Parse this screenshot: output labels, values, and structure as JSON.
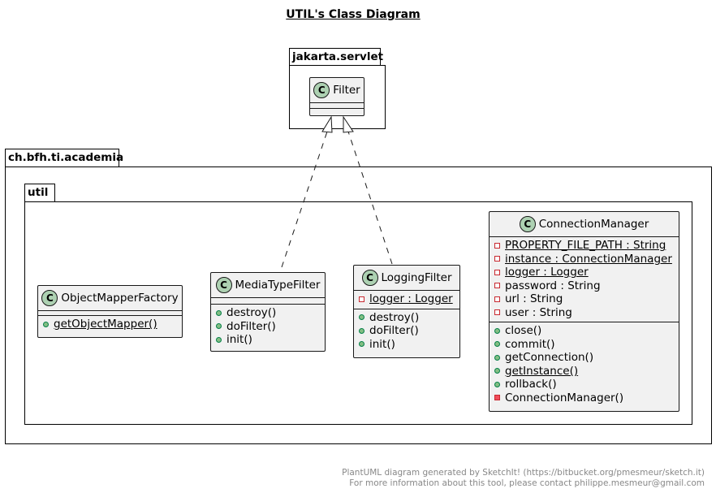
{
  "title": "UTIL's Class Diagram",
  "colors": {
    "class_fill": "#F1F1F1",
    "class_icon": "#ADD1B2",
    "public_marker": "#84BE84",
    "private_marker": "#C82930",
    "private_ctor_marker": "#F24D5C",
    "footer_text": "#888888"
  },
  "packages": {
    "jakarta": {
      "name": "jakarta.servlet"
    },
    "academia": {
      "name": "ch.bfh.ti.academia"
    },
    "util": {
      "name": "util"
    }
  },
  "classes": {
    "filter": {
      "icon": "C",
      "name": "Filter"
    },
    "object_mapper_factory": {
      "icon": "C",
      "name": "ObjectMapperFactory",
      "methods": [
        {
          "vis": "public",
          "text": "getObjectMapper()",
          "static": true
        }
      ]
    },
    "media_type_filter": {
      "icon": "C",
      "name": "MediaTypeFilter",
      "methods": [
        {
          "vis": "public",
          "text": "destroy()"
        },
        {
          "vis": "public",
          "text": "doFilter()"
        },
        {
          "vis": "public",
          "text": "init()"
        }
      ]
    },
    "logging_filter": {
      "icon": "C",
      "name": "LoggingFilter",
      "fields": [
        {
          "vis": "private",
          "text": "logger : Logger",
          "static": true
        }
      ],
      "methods": [
        {
          "vis": "public",
          "text": "destroy()"
        },
        {
          "vis": "public",
          "text": "doFilter()"
        },
        {
          "vis": "public",
          "text": "init()"
        }
      ]
    },
    "connection_manager": {
      "icon": "C",
      "name": "ConnectionManager",
      "fields": [
        {
          "vis": "private",
          "text": "PROPERTY_FILE_PATH : String",
          "static": true
        },
        {
          "vis": "private",
          "text": "instance : ConnectionManager",
          "static": true
        },
        {
          "vis": "private",
          "text": "logger : Logger",
          "static": true
        },
        {
          "vis": "private",
          "text": "password : String"
        },
        {
          "vis": "private",
          "text": "url : String"
        },
        {
          "vis": "private",
          "text": "user : String"
        }
      ],
      "methods": [
        {
          "vis": "public",
          "text": "close()"
        },
        {
          "vis": "public",
          "text": "commit()"
        },
        {
          "vis": "public",
          "text": "getConnection()"
        },
        {
          "vis": "public",
          "text": "getInstance()",
          "static": true
        },
        {
          "vis": "public",
          "text": "rollback()"
        },
        {
          "vis": "private-ctor",
          "text": "ConnectionManager()"
        }
      ]
    }
  },
  "relations": [
    {
      "type": "realization",
      "from": "MediaTypeFilter",
      "to": "Filter"
    },
    {
      "type": "realization",
      "from": "LoggingFilter",
      "to": "Filter"
    }
  ],
  "footer": {
    "line1": "PlantUML diagram generated by SketchIt! (https://bitbucket.org/pmesmeur/sketch.it)",
    "line2": "For more information about this tool, please contact philippe.mesmeur@gmail.com"
  }
}
